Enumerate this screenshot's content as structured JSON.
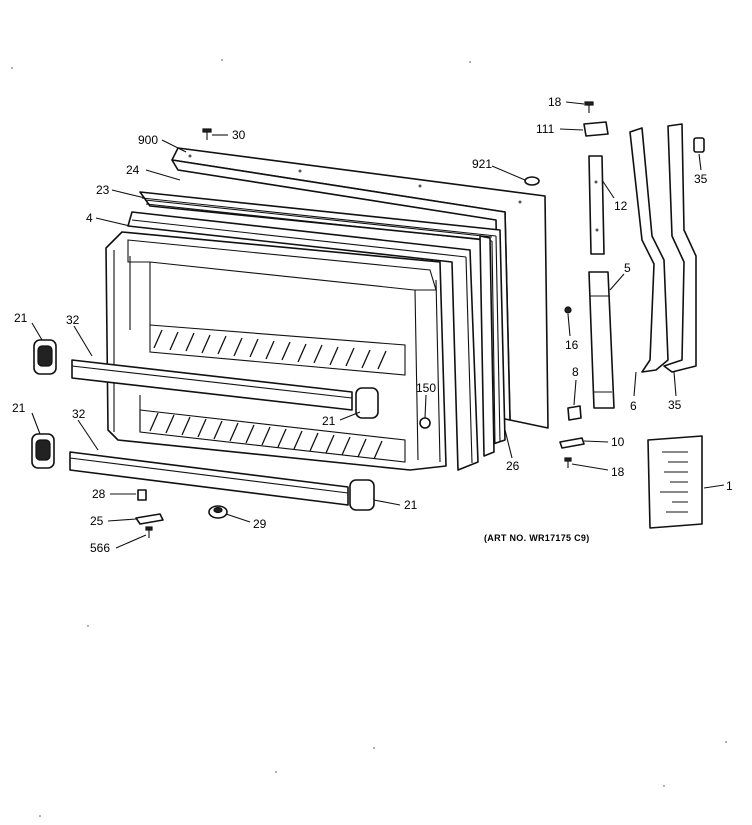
{
  "art_number": "(ART NO. WR17175 C9)",
  "callouts": [
    {
      "id": "c1",
      "text": "1"
    },
    {
      "id": "c4",
      "text": "4"
    },
    {
      "id": "c5",
      "text": "5"
    },
    {
      "id": "c6",
      "text": "6"
    },
    {
      "id": "c8",
      "text": "8"
    },
    {
      "id": "c10",
      "text": "10"
    },
    {
      "id": "c12",
      "text": "12"
    },
    {
      "id": "c16",
      "text": "16"
    },
    {
      "id": "c18a",
      "text": "18"
    },
    {
      "id": "c18b",
      "text": "18"
    },
    {
      "id": "c21a",
      "text": "21"
    },
    {
      "id": "c21b",
      "text": "21"
    },
    {
      "id": "c21c",
      "text": "21"
    },
    {
      "id": "c21d",
      "text": "21"
    },
    {
      "id": "c23",
      "text": "23"
    },
    {
      "id": "c24",
      "text": "24"
    },
    {
      "id": "c25",
      "text": "25"
    },
    {
      "id": "c26",
      "text": "26"
    },
    {
      "id": "c28",
      "text": "28"
    },
    {
      "id": "c29",
      "text": "29"
    },
    {
      "id": "c30",
      "text": "30"
    },
    {
      "id": "c32a",
      "text": "32"
    },
    {
      "id": "c32b",
      "text": "32"
    },
    {
      "id": "c35a",
      "text": "35"
    },
    {
      "id": "c35b",
      "text": "35"
    },
    {
      "id": "c111",
      "text": "111"
    },
    {
      "id": "c150",
      "text": "150"
    },
    {
      "id": "c566",
      "text": "566"
    },
    {
      "id": "c900",
      "text": "900"
    },
    {
      "id": "c921",
      "text": "921"
    }
  ]
}
